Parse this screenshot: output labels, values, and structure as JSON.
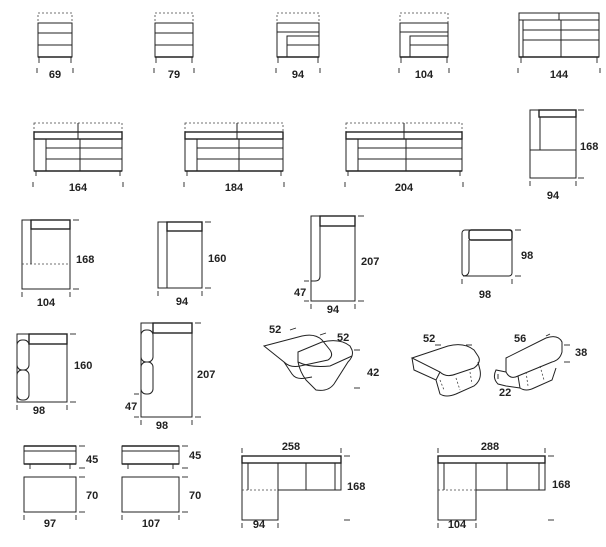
{
  "sheet": {
    "dimensions": {
      "d1": "69",
      "d2": "79",
      "d3": "94",
      "d4": "104",
      "d5": "144",
      "d6": "164",
      "d7": "184",
      "d8": "204",
      "d9w": "94",
      "d9h": "168",
      "d10w": "104",
      "d10h": "168",
      "d11w": "94",
      "d11h": "160",
      "d12w": "94",
      "d12h": "207",
      "d12s": "47",
      "d13w": "98",
      "d13h": "98",
      "d14w": "98",
      "d14h": "160",
      "d15w": "98",
      "d15h": "207",
      "d15s": "47",
      "d16a": "52",
      "d16b": "52",
      "d16c": "42",
      "d17a": "52",
      "d18a": "56",
      "d18b": "38",
      "d18c": "22",
      "d19w": "97",
      "d19h": "45",
      "d19d": "70",
      "d20w": "107",
      "d20h": "45",
      "d20d": "70",
      "d21w": "258",
      "d21d": "168",
      "d21c": "94",
      "d22w": "288",
      "d22d": "168",
      "d22c": "104"
    }
  }
}
